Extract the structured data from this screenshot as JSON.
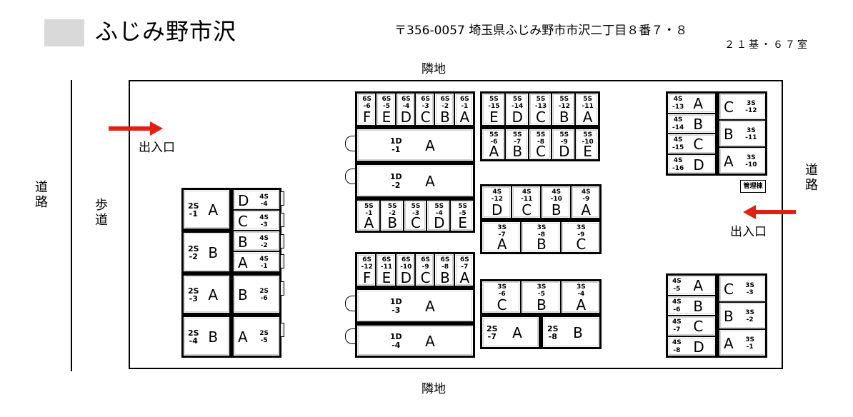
{
  "header": {
    "title": "ふじみ野市沢",
    "address": "〒356-0057 埼玉県ふじみ野市市沢二丁目８番７・８",
    "plot_count": "２１基・６７室"
  },
  "labels": {
    "north": "隣地",
    "south": "隣地",
    "road_left": "道路",
    "road_right": "道路",
    "sidewalk": "歩道",
    "entrance_left": "出入口",
    "entrance_right": "出入口",
    "management_building": "管理棟"
  },
  "blocks": [
    {
      "name": "2S-1",
      "units": [
        {
          "letter": "A",
          "size": "2S",
          "num": "-1"
        }
      ]
    },
    {
      "name": "2S-2",
      "units": [
        {
          "letter": "B",
          "size": "2S",
          "num": "-2"
        }
      ]
    },
    {
      "name": "4S-4..-1",
      "units": [
        {
          "letter": "D",
          "size": "4S",
          "num": "-4"
        },
        {
          "letter": "C",
          "size": "4S",
          "num": "-3"
        },
        {
          "letter": "B",
          "size": "4S",
          "num": "-2"
        },
        {
          "letter": "A",
          "size": "4S",
          "num": "-1"
        }
      ]
    },
    {
      "name": "2S-3",
      "units": [
        {
          "letter": "A",
          "size": "2S",
          "num": "-3"
        }
      ]
    },
    {
      "name": "2S-4",
      "units": [
        {
          "letter": "B",
          "size": "2S",
          "num": "-4"
        }
      ]
    },
    {
      "name": "2S-6",
      "units": [
        {
          "letter": "B",
          "size": "2S",
          "num": "-6"
        }
      ]
    },
    {
      "name": "2S-5",
      "units": [
        {
          "letter": "A",
          "size": "2S",
          "num": "-5"
        }
      ]
    },
    {
      "name": "6S-6..-1",
      "units": [
        {
          "letter": "F",
          "size": "6S",
          "num": "-6"
        },
        {
          "letter": "E",
          "size": "6S",
          "num": "-5"
        },
        {
          "letter": "D",
          "size": "6S",
          "num": "-4"
        },
        {
          "letter": "C",
          "size": "6S",
          "num": "-3"
        },
        {
          "letter": "B",
          "size": "6S",
          "num": "-2"
        },
        {
          "letter": "A",
          "size": "6S",
          "num": "-1"
        }
      ]
    },
    {
      "name": "1D-1",
      "units": [
        {
          "letter": "A",
          "size": "1D",
          "num": "-1"
        }
      ]
    },
    {
      "name": "1D-2",
      "units": [
        {
          "letter": "A",
          "size": "1D",
          "num": "-2"
        }
      ]
    },
    {
      "name": "5S-1..-5",
      "units": [
        {
          "letter": "A",
          "size": "5S",
          "num": "-1"
        },
        {
          "letter": "B",
          "size": "5S",
          "num": "-2"
        },
        {
          "letter": "C",
          "size": "5S",
          "num": "-3"
        },
        {
          "letter": "D",
          "size": "5S",
          "num": "-4"
        },
        {
          "letter": "E",
          "size": "5S",
          "num": "-5"
        }
      ]
    },
    {
      "name": "6S-12..-7",
      "units": [
        {
          "letter": "F",
          "size": "6S",
          "num": "-12"
        },
        {
          "letter": "E",
          "size": "6S",
          "num": "-11"
        },
        {
          "letter": "D",
          "size": "6S",
          "num": "-10"
        },
        {
          "letter": "C",
          "size": "6S",
          "num": "-9"
        },
        {
          "letter": "B",
          "size": "6S",
          "num": "-8"
        },
        {
          "letter": "A",
          "size": "6S",
          "num": "-7"
        }
      ]
    },
    {
      "name": "1D-3",
      "units": [
        {
          "letter": "A",
          "size": "1D",
          "num": "-3"
        }
      ]
    },
    {
      "name": "1D-4",
      "units": [
        {
          "letter": "A",
          "size": "1D",
          "num": "-4"
        }
      ]
    },
    {
      "name": "5S-15..-11",
      "units": [
        {
          "letter": "E",
          "size": "5S",
          "num": "-15"
        },
        {
          "letter": "D",
          "size": "5S",
          "num": "-14"
        },
        {
          "letter": "C",
          "size": "5S",
          "num": "-13"
        },
        {
          "letter": "B",
          "size": "5S",
          "num": "-12"
        },
        {
          "letter": "A",
          "size": "5S",
          "num": "-11"
        }
      ]
    },
    {
      "name": "5S-6..-10",
      "units": [
        {
          "letter": "A",
          "size": "5S",
          "num": "-6"
        },
        {
          "letter": "B",
          "size": "5S",
          "num": "-7"
        },
        {
          "letter": "C",
          "size": "5S",
          "num": "-8"
        },
        {
          "letter": "D",
          "size": "5S",
          "num": "-9"
        },
        {
          "letter": "E",
          "size": "5S",
          "num": "-10"
        }
      ]
    },
    {
      "name": "4S-12..-9",
      "units": [
        {
          "letter": "D",
          "size": "4S",
          "num": "-12"
        },
        {
          "letter": "C",
          "size": "4S",
          "num": "-11"
        },
        {
          "letter": "B",
          "size": "4S",
          "num": "-10"
        },
        {
          "letter": "A",
          "size": "4S",
          "num": "-9"
        }
      ]
    },
    {
      "name": "3S-7..-9",
      "units": [
        {
          "letter": "A",
          "size": "3S",
          "num": "-7"
        },
        {
          "letter": "B",
          "size": "3S",
          "num": "-8"
        },
        {
          "letter": "C",
          "size": "3S",
          "num": "-9"
        }
      ]
    },
    {
      "name": "3S-6..-4",
      "units": [
        {
          "letter": "C",
          "size": "3S",
          "num": "-6"
        },
        {
          "letter": "B",
          "size": "3S",
          "num": "-5"
        },
        {
          "letter": "A",
          "size": "3S",
          "num": "-4"
        }
      ]
    },
    {
      "name": "2S-7",
      "units": [
        {
          "letter": "A",
          "size": "2S",
          "num": "-7"
        }
      ]
    },
    {
      "name": "2S-8",
      "units": [
        {
          "letter": "B",
          "size": "2S",
          "num": "-8"
        }
      ]
    },
    {
      "name": "4S-13..-16",
      "units": [
        {
          "letter": "A",
          "size": "4S",
          "num": "-13"
        },
        {
          "letter": "B",
          "size": "4S",
          "num": "-14"
        },
        {
          "letter": "C",
          "size": "4S",
          "num": "-15"
        },
        {
          "letter": "D",
          "size": "4S",
          "num": "-16"
        }
      ]
    },
    {
      "name": "3S-12..-10",
      "units": [
        {
          "letter": "C",
          "size": "3S",
          "num": "-12"
        },
        {
          "letter": "B",
          "size": "3S",
          "num": "-11"
        },
        {
          "letter": "A",
          "size": "3S",
          "num": "-10"
        }
      ]
    },
    {
      "name": "4S-5..-8",
      "units": [
        {
          "letter": "A",
          "size": "4S",
          "num": "-5"
        },
        {
          "letter": "B",
          "size": "4S",
          "num": "-6"
        },
        {
          "letter": "C",
          "size": "4S",
          "num": "-7"
        },
        {
          "letter": "D",
          "size": "4S",
          "num": "-8"
        }
      ]
    },
    {
      "name": "3S-3..-1",
      "units": [
        {
          "letter": "C",
          "size": "3S",
          "num": "-3"
        },
        {
          "letter": "B",
          "size": "3S",
          "num": "-2"
        },
        {
          "letter": "A",
          "size": "3S",
          "num": "-1"
        }
      ]
    }
  ],
  "colors": {
    "arrow": "#e02010",
    "logo_box": "#d9d9d9"
  }
}
